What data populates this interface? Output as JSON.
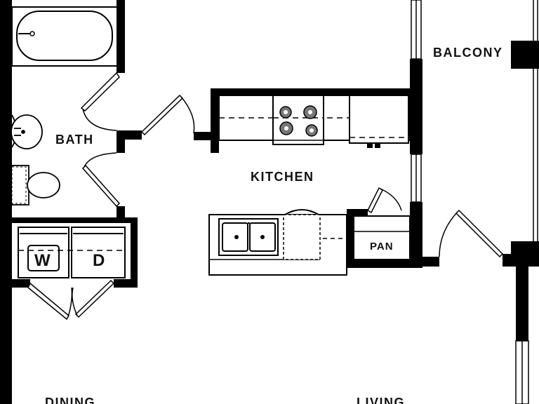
{
  "plan": {
    "rooms": {
      "balcony": "BALCONY",
      "bath": "BATH",
      "kitchen": "KITCHEN",
      "pantry": "PAN",
      "dining": "DINING",
      "living": "LIVING"
    },
    "appliances": {
      "washer": "W",
      "dryer": "D"
    }
  }
}
